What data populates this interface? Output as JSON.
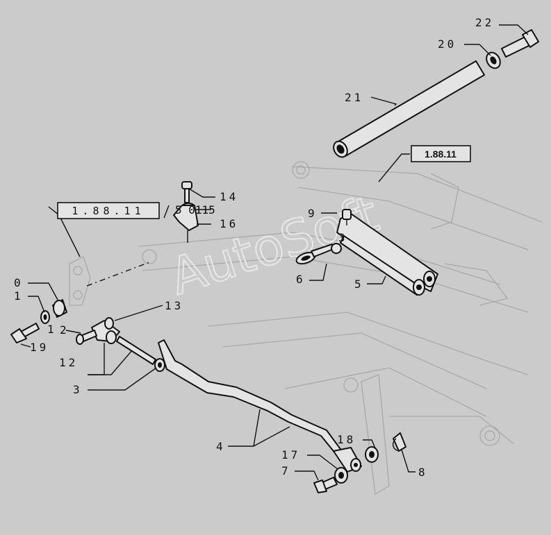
{
  "watermark": "AutoSoft",
  "references": {
    "ref_right": "1.88.11",
    "ref_left": "1.88.11"
  },
  "labels": {
    "l22": "22",
    "l20": "20",
    "l21": "21",
    "l14": "14",
    "l15": "5 0115",
    "l16": "16",
    "l9": "9",
    "l3b": "3",
    "l6": "6",
    "l5": "5",
    "l0": "0",
    "l1a": "1",
    "l1b": "1",
    "l13": "13",
    "l2": "2",
    "l19": "19",
    "l12": "12",
    "l3": "3",
    "l4": "4",
    "l18": "18",
    "l17": "17",
    "l7": "7",
    "l8": "8"
  }
}
